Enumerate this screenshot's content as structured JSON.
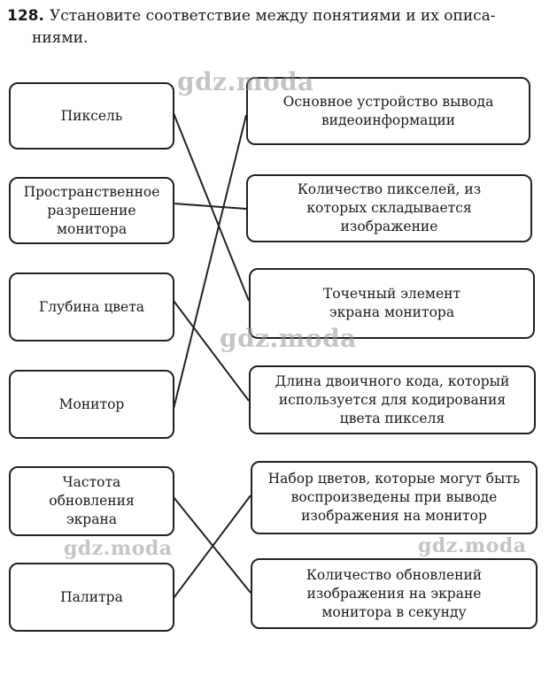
{
  "task": {
    "number": "128.",
    "text_line1": "Установите соответствие между понятиями и их описа-",
    "text_line2": "ниями."
  },
  "concepts": [
    "Пиксель",
    "Пространственное разрешение монитора",
    "Глубина цвета",
    "Монитор",
    "Частота обновления экрана",
    "Палитра"
  ],
  "descriptions": [
    "Основное устройство вывода видеоинформации",
    "Количество пикселей, из которых складывается изображение",
    "Точечный элемент экрана монитора",
    "Длина двоичного кода, который используется для кодирования цвета пикселя",
    "Набор цветов, которые могут быть воспроизведены при выводе изображения на монитор",
    "Количество обновлений изображения на экране монитора в секунду"
  ],
  "matches": [
    [
      0,
      2
    ],
    [
      1,
      1
    ],
    [
      2,
      3
    ],
    [
      3,
      0
    ],
    [
      4,
      5
    ],
    [
      5,
      4
    ]
  ],
  "watermark": "gdz.moda"
}
